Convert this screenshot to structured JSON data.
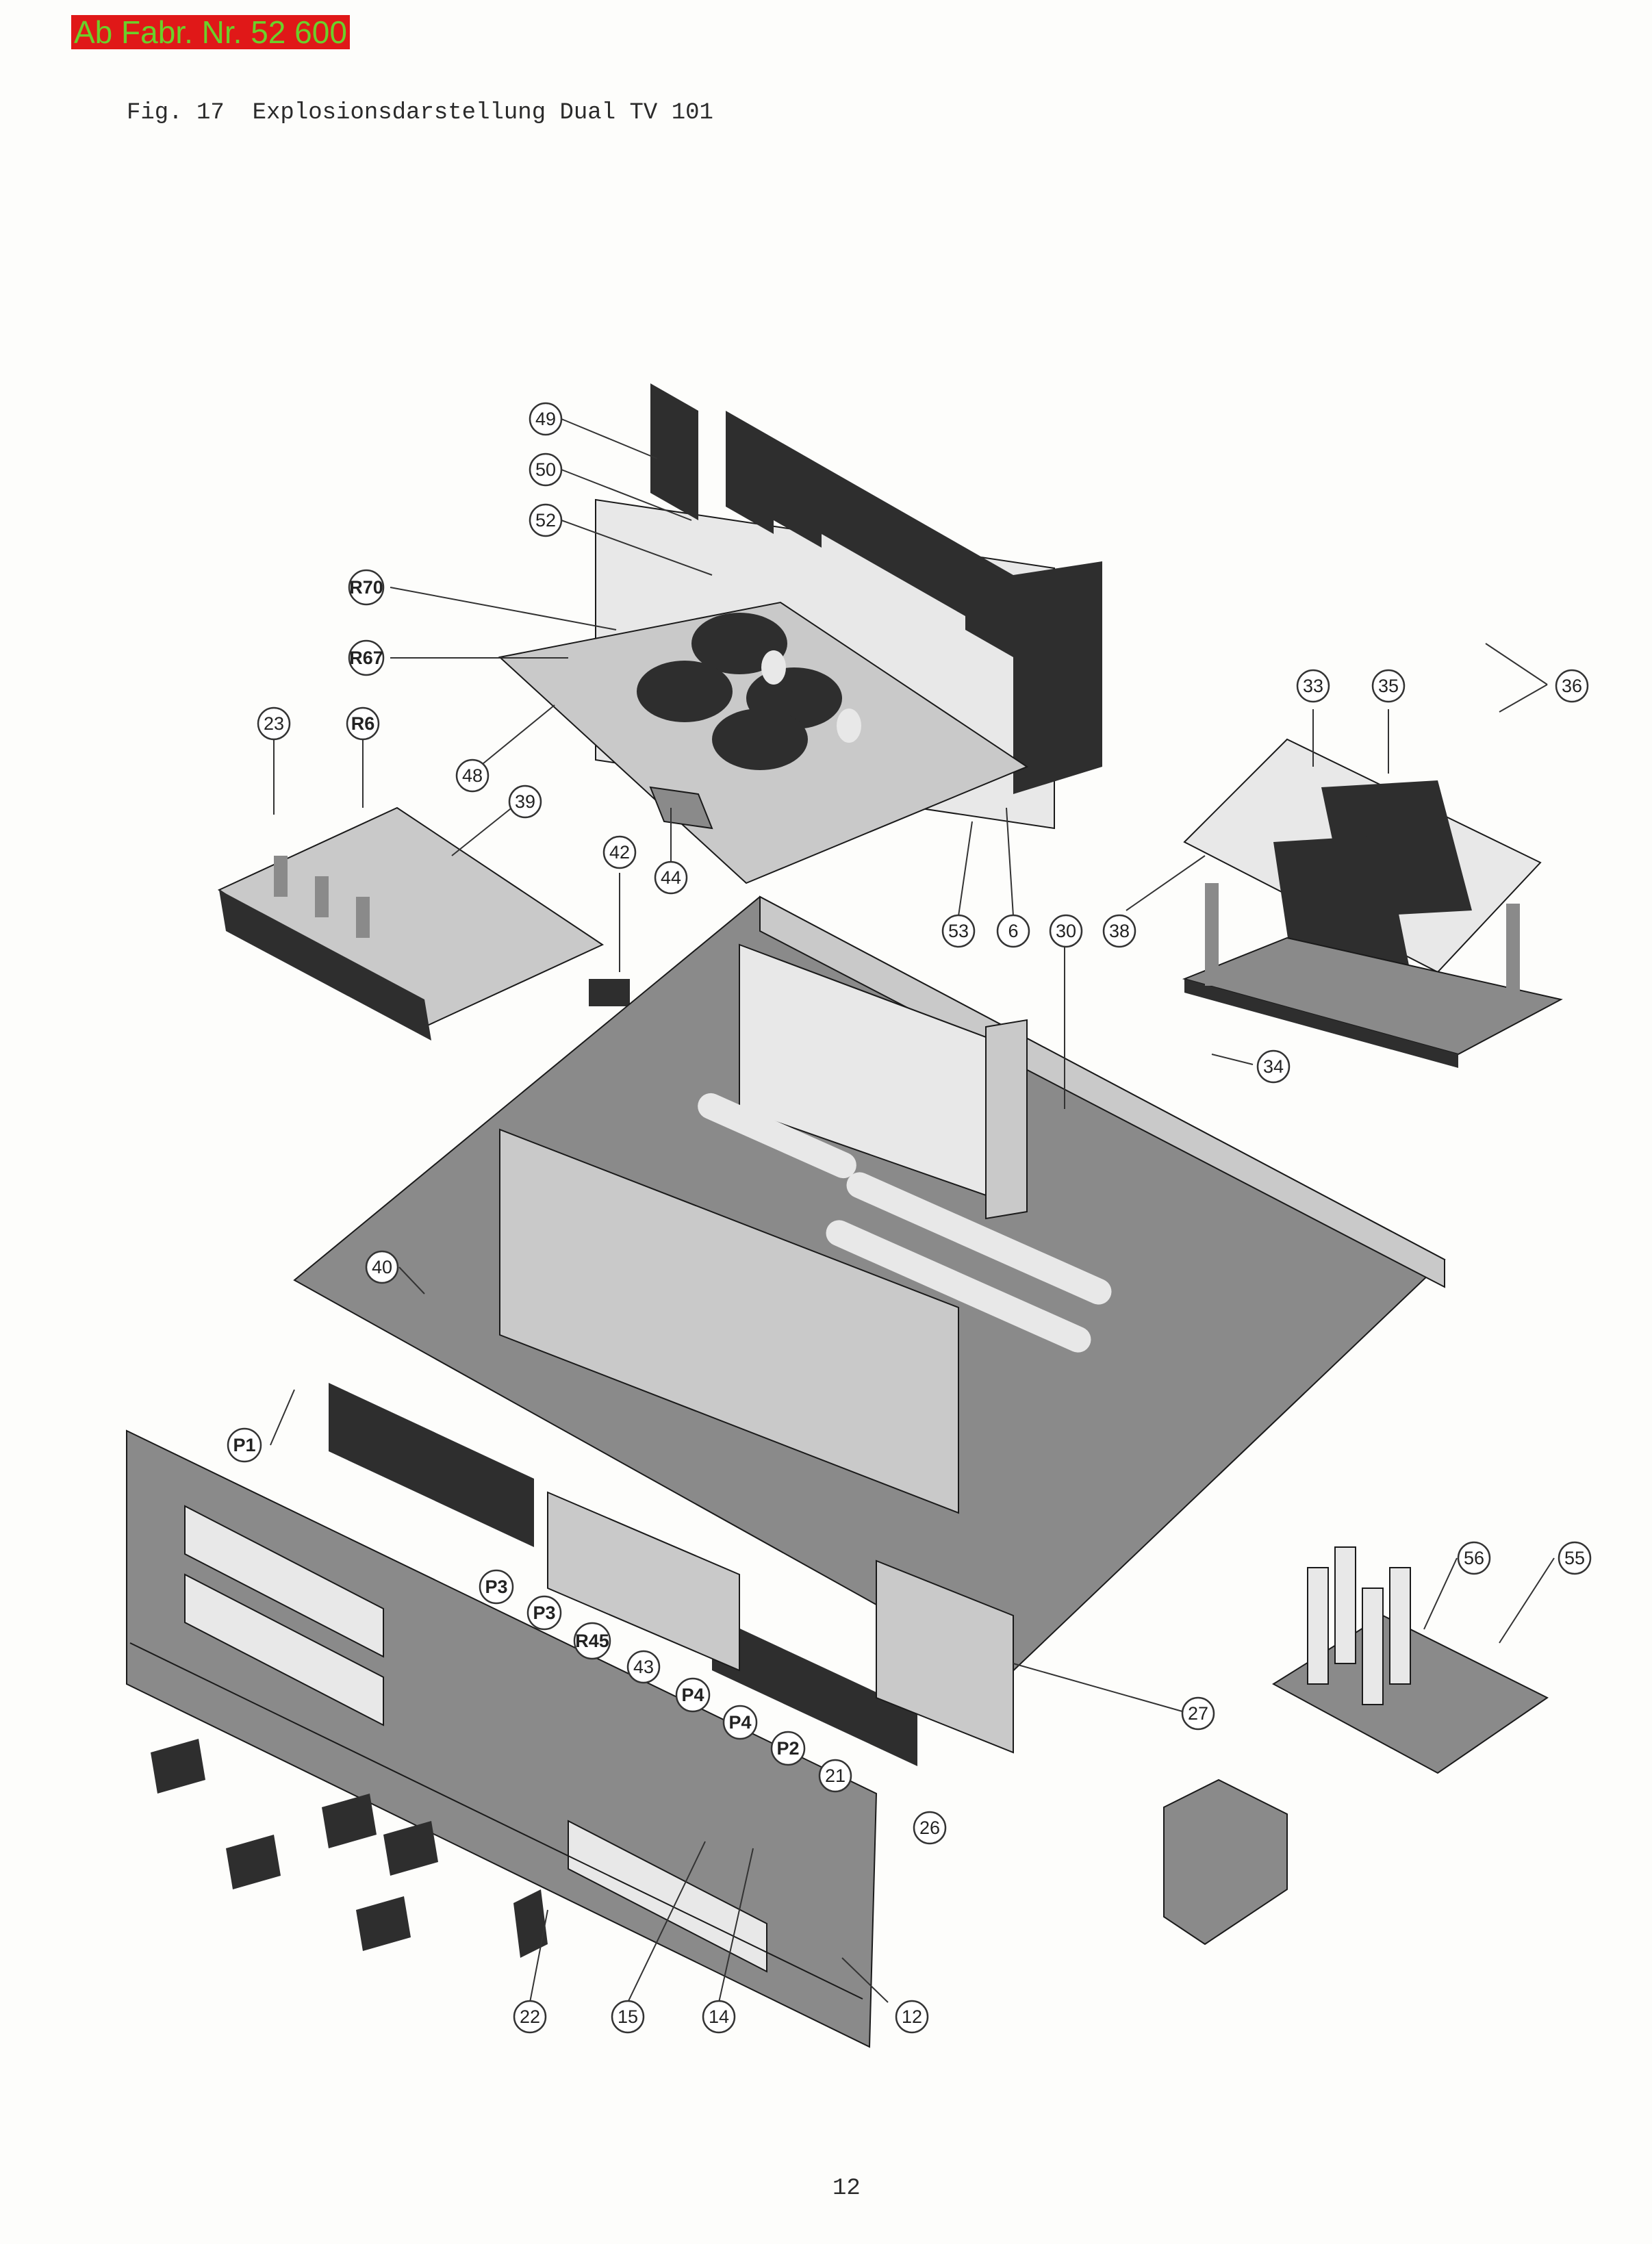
{
  "stamp": "Ab Fabr. Nr. 52 600",
  "figure_title": "Fig. 17  Explosionsdarstellung Dual TV 101",
  "page_number": "12",
  "callouts": [
    {
      "id": "c49",
      "label": "49"
    },
    {
      "id": "c50",
      "label": "50"
    },
    {
      "id": "c52",
      "label": "52"
    },
    {
      "id": "cR70",
      "label": "R70"
    },
    {
      "id": "cR67",
      "label": "R67"
    },
    {
      "id": "c23",
      "label": "23"
    },
    {
      "id": "cR6",
      "label": "R6"
    },
    {
      "id": "c48",
      "label": "48"
    },
    {
      "id": "c39",
      "label": "39"
    },
    {
      "id": "c42",
      "label": "42"
    },
    {
      "id": "c44",
      "label": "44"
    },
    {
      "id": "c53",
      "label": "53"
    },
    {
      "id": "c6",
      "label": "6"
    },
    {
      "id": "c30",
      "label": "30"
    },
    {
      "id": "c38",
      "label": "38"
    },
    {
      "id": "c33",
      "label": "33"
    },
    {
      "id": "c35",
      "label": "35"
    },
    {
      "id": "c36",
      "label": "36"
    },
    {
      "id": "c34",
      "label": "34"
    },
    {
      "id": "c40",
      "label": "40"
    },
    {
      "id": "cP1",
      "label": "P1"
    },
    {
      "id": "cP3a",
      "label": "P3"
    },
    {
      "id": "cP3b",
      "label": "P3"
    },
    {
      "id": "cR45",
      "label": "R45"
    },
    {
      "id": "c43",
      "label": "43"
    },
    {
      "id": "cP4a",
      "label": "P4"
    },
    {
      "id": "cP4b",
      "label": "P4"
    },
    {
      "id": "cP2",
      "label": "P2"
    },
    {
      "id": "c21",
      "label": "21"
    },
    {
      "id": "c26",
      "label": "26"
    },
    {
      "id": "c27",
      "label": "27"
    },
    {
      "id": "c56",
      "label": "56"
    },
    {
      "id": "c55",
      "label": "55"
    },
    {
      "id": "c22",
      "label": "22"
    },
    {
      "id": "c15",
      "label": "15"
    },
    {
      "id": "c14",
      "label": "14"
    },
    {
      "id": "c12",
      "label": "12"
    }
  ]
}
